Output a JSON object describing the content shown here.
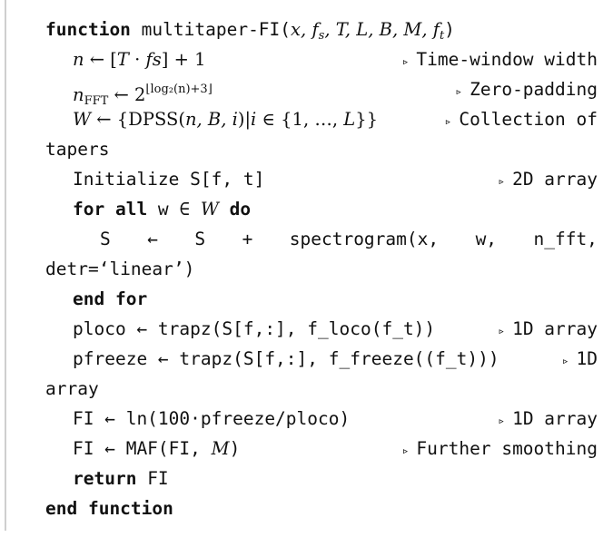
{
  "algorithm": {
    "line1": {
      "keyword": "function",
      "name": "multitaper-FI(",
      "params": "x, f",
      "sub_s": "s",
      "params2": ", T, L, B, M, f",
      "sub_t": "t",
      "close": ")"
    },
    "line2": {
      "lhs": "n",
      "arrow": " ← [",
      "expr": "T",
      "dot": " · ",
      "expr2": "fs",
      "tail": "] + 1",
      "comment": "Time-window width"
    },
    "line3": {
      "lhs": "n",
      "sub": "FFT",
      "arrow": " ← 2",
      "sup": "⌊log₂(n)+3⌋",
      "comment": "Zero-padding"
    },
    "line4": {
      "lhs": "W",
      "arrow": " ← {DPSS(",
      "args": "n, B, i",
      "mid": ")|",
      "i": "i",
      "tail": " ∈ {1, …, ",
      "L": "L",
      "close": "}}",
      "comment": "Collection of"
    },
    "line5": {
      "text": "tapers"
    },
    "line6": {
      "text": "Initialize S[f, t]",
      "comment": "2D array"
    },
    "line7": {
      "kw1": "for all",
      "var": " w ∈ ",
      "W": "W",
      "kw2": " do"
    },
    "line8": {
      "parts": [
        "S",
        "←",
        "S",
        "+",
        "spectrogram(x,",
        "w,",
        "n_fft,"
      ]
    },
    "line9": {
      "text": "detr=‘linear’)"
    },
    "line10": {
      "kw": "end for"
    },
    "line11": {
      "text": "ploco ← trapz(S[f,:], f_loco(f_t))",
      "comment": "1D array"
    },
    "line12": {
      "text": "pfreeze ← trapz(S[f,:], f_freeze((f_t)))",
      "comment": "1D"
    },
    "line13": {
      "text": "array"
    },
    "line14": {
      "text": "FI ← ln(100·pfreeze/ploco)",
      "comment": "1D array"
    },
    "line15": {
      "text": "FI ← MAF(FI, ",
      "M": "M",
      "close": ")",
      "comment": "Further smoothing"
    },
    "line16": {
      "kw": "return",
      "text": " FI"
    },
    "line17": {
      "kw": "end function"
    }
  },
  "icons": {
    "comment_marker": "triangle-right-icon"
  }
}
